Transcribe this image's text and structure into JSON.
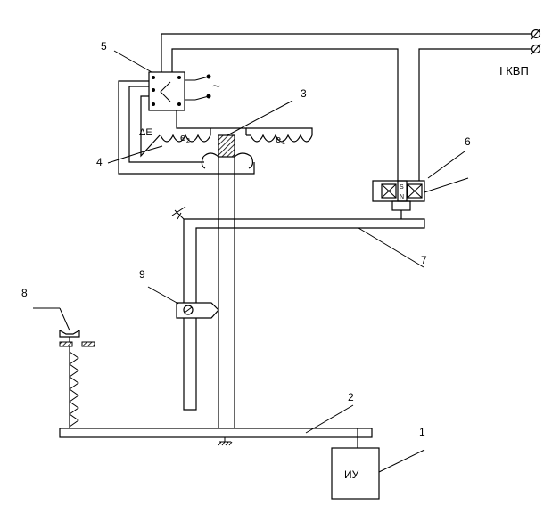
{
  "callouts": {
    "n1": "1",
    "n2": "2",
    "n3": "3",
    "n4": "4",
    "n5": "5",
    "n6": "6",
    "n7": "7",
    "n8": "8",
    "n9": "9"
  },
  "labels": {
    "measuring_device": "ИУ",
    "delta_e": "ΔE",
    "e2": "e",
    "e2_sub": "2",
    "e1": "e",
    "e1_sub": "1",
    "power_terminals": "I КВП",
    "ac_symbol": "~",
    "magnet_s": "S",
    "magnet_n": "N"
  }
}
